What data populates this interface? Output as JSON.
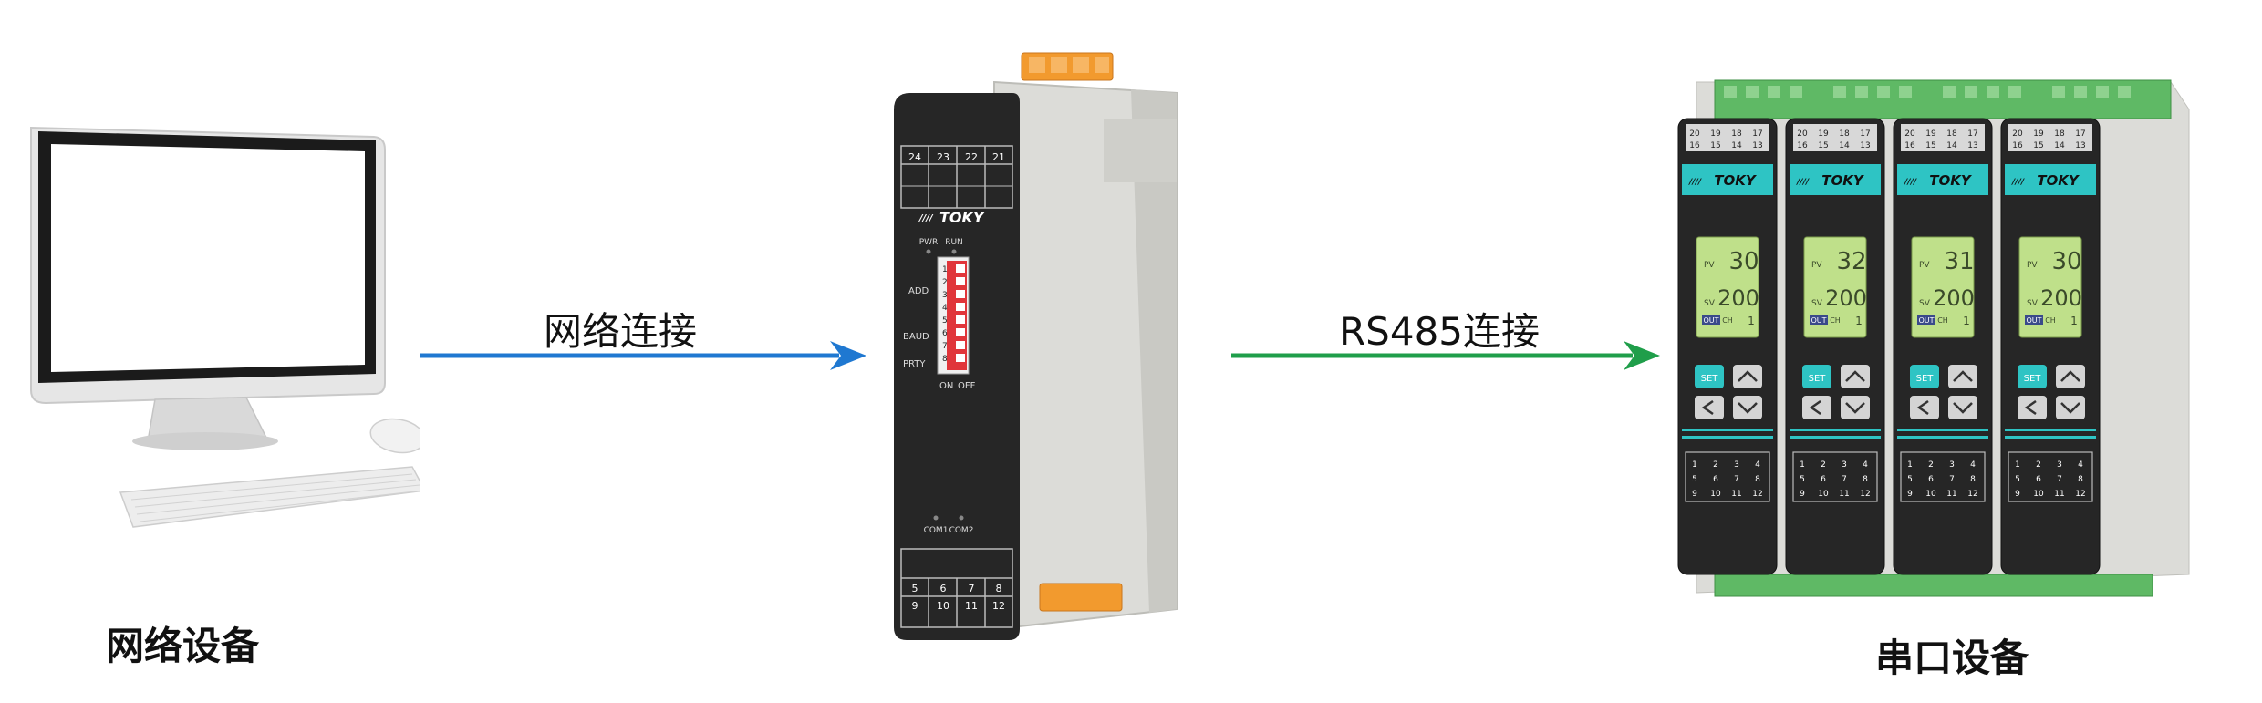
{
  "labels": {
    "network_device": "网络设备",
    "network_link": "网络连接",
    "rs485_link": "RS485连接",
    "serial_device": "串口设备"
  },
  "gateway": {
    "brand": "TOKY",
    "top_terminals": [
      "24",
      "23",
      "22",
      "21"
    ],
    "led_pwr": "PWR",
    "led_run": "RUN",
    "dip_add": "ADD",
    "dip_baud": "BAUD",
    "dip_prty": "PRTY",
    "dip_numbers": [
      "1",
      "2",
      "3",
      "4",
      "5",
      "6",
      "7",
      "8"
    ],
    "dip_on": "ON",
    "dip_off": "OFF",
    "led_com1": "COM1",
    "led_com2": "COM2",
    "bottom_terminals_row1": [
      "5",
      "6",
      "7",
      "8"
    ],
    "bottom_terminals_row2": [
      "9",
      "10",
      "11",
      "12"
    ]
  },
  "controllers": {
    "brand": "TOKY",
    "top_terminals_row1": [
      "20",
      "19",
      "18",
      "17"
    ],
    "top_terminals_row2": [
      "16",
      "15",
      "14",
      "13"
    ],
    "pv_label": "PV",
    "sv_label": "SV",
    "out_label": "OUT",
    "ch_label": "CH",
    "sv_value": "200",
    "set_button": "SET",
    "bottom_terminals_row1": [
      "1",
      "2",
      "3",
      "4"
    ],
    "bottom_terminals_row2": [
      "5",
      "6",
      "7",
      "8"
    ],
    "bottom_terminals_row3": [
      "9",
      "10",
      "11",
      "12"
    ],
    "units": [
      {
        "pv": "30",
        "ch": "1"
      },
      {
        "pv": "32",
        "ch": "1"
      },
      {
        "pv": "31",
        "ch": "1"
      },
      {
        "pv": "30",
        "ch": "1"
      }
    ]
  },
  "colors": {
    "network_arrow": "#1f78d1",
    "rs485_arrow": "#1f9e4a",
    "accent_teal": "#2ec4c4",
    "lcd_green": "#bfe08a",
    "terminal_green": "#6cc36a",
    "terminal_orange": "#f29a2e",
    "housing_gray": "#dcdcd8",
    "panel_dark": "#262626"
  },
  "icons": {
    "computer": "desktop-computer-icon",
    "gateway": "din-rail-gateway-icon",
    "controller": "temperature-controller-icon"
  }
}
